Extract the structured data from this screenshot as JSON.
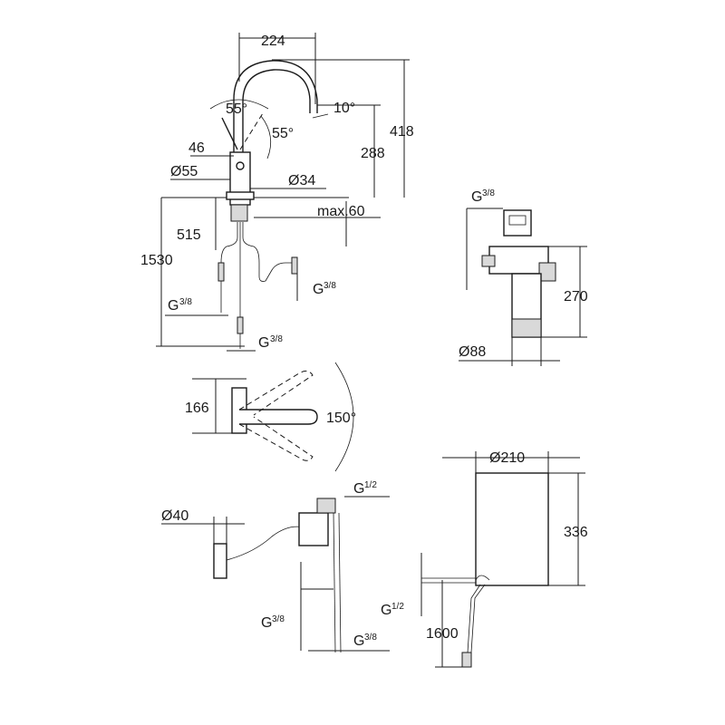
{
  "faucet_side": {
    "width_224": "224",
    "angle_55_top": "55°",
    "angle_55_side": "55°",
    "angle_10": "10°",
    "height_288": "288",
    "height_418": "418",
    "offset_46": "46",
    "diameter_55": "Ø55",
    "diameter_34": "Ø34",
    "max_60": "max.60",
    "length_515": "515",
    "length_1530": "1530",
    "g38_right": "G",
    "g38_left": "G",
    "g38_bottom": "G",
    "fraction_38": "3/8"
  },
  "filter_unit": {
    "g38": "G",
    "fraction_38": "3/8",
    "height_270": "270",
    "diameter_88": "Ø88"
  },
  "top_view": {
    "depth_166": "166",
    "rotation_150": "150°"
  },
  "install_kit": {
    "diameter_40": "Ø40",
    "g12": "G",
    "fraction_12": "1/2",
    "g38_left": "G",
    "g38_right": "G",
    "fraction_38": "3/8"
  },
  "chiller": {
    "diameter_210": "Ø210",
    "height_336": "336",
    "g12": "G",
    "fraction_12": "1/2",
    "length_1600": "1600"
  }
}
